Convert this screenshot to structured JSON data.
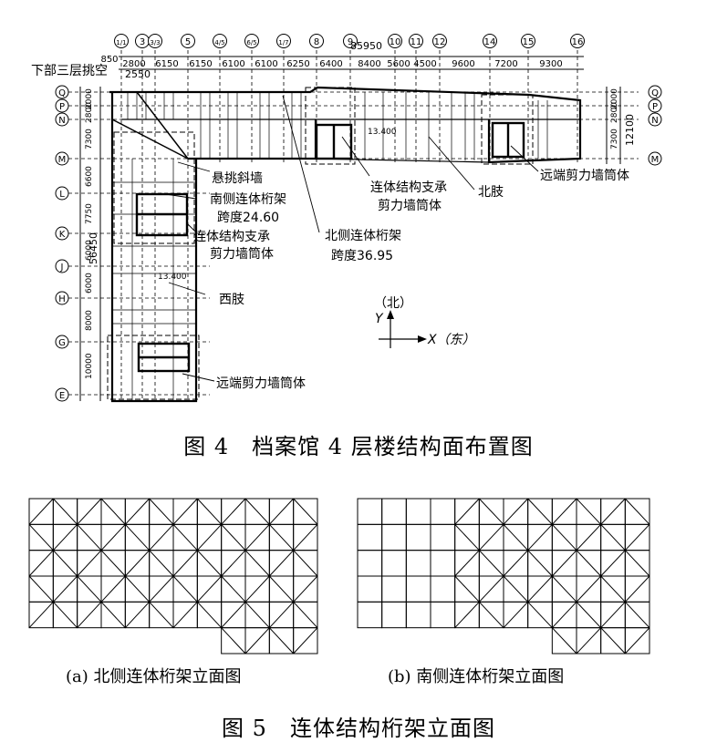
{
  "figure4": {
    "caption": "图 4　档案馆 4 层楼结构面布置图",
    "grid_cols": [
      "1/1",
      "3",
      "3/3",
      "5",
      "4/5",
      "6/5",
      "1/7",
      "8",
      "9",
      "10",
      "11",
      "12",
      "14",
      "15",
      "16"
    ],
    "grid_rows_left": [
      "Q",
      "P",
      "N",
      "M",
      "L",
      "K",
      "J",
      "H",
      "G",
      "E"
    ],
    "grid_rows_right": [
      "Q",
      "P",
      "N",
      "M"
    ],
    "top_total_dim": "85950",
    "top_dims": [
      "850",
      "2800",
      "6150",
      "6150",
      "6100",
      "6100",
      "6250",
      "6400",
      "8400",
      "5600",
      "4500",
      "9600",
      "7200",
      "9300"
    ],
    "sub_dim": "2550",
    "left_total_dim": "56450",
    "left_dims": [
      "2000",
      "2800",
      "7300",
      "6600",
      "7750",
      "6000",
      "6000",
      "8000",
      "10000"
    ],
    "right_dims": [
      "2000",
      "2800",
      "7300"
    ],
    "right_total_dim": "12100",
    "elevation_marks": [
      "13.400",
      "13.400"
    ],
    "labels": {
      "lower_three": "下部三层挑空",
      "cantilever": "悬挑斜墙",
      "south_truss": "南侧连体桁架",
      "south_span": "跨度24.60",
      "core_left_1": "连体结构支承",
      "core_left_2": "剪力墙筒体",
      "north_truss": "北侧连体桁架",
      "north_span": "跨度36.95",
      "core_mid_1": "连体结构支承",
      "core_mid_2": "剪力墙筒体",
      "north_wing": "北肢",
      "far_core_right": "远端剪力墙筒体",
      "west_wing": "西肢",
      "far_core_bottom": "远端剪力墙筒体"
    },
    "axes": {
      "north": "（北）",
      "y": "Y",
      "x": "X（东）"
    }
  },
  "figure5": {
    "caption": "图 5　连体结构桁架立面图",
    "sub_a": "(a) 北侧连体桁架立面图",
    "sub_b": "(b) 南侧连体桁架立面图"
  }
}
